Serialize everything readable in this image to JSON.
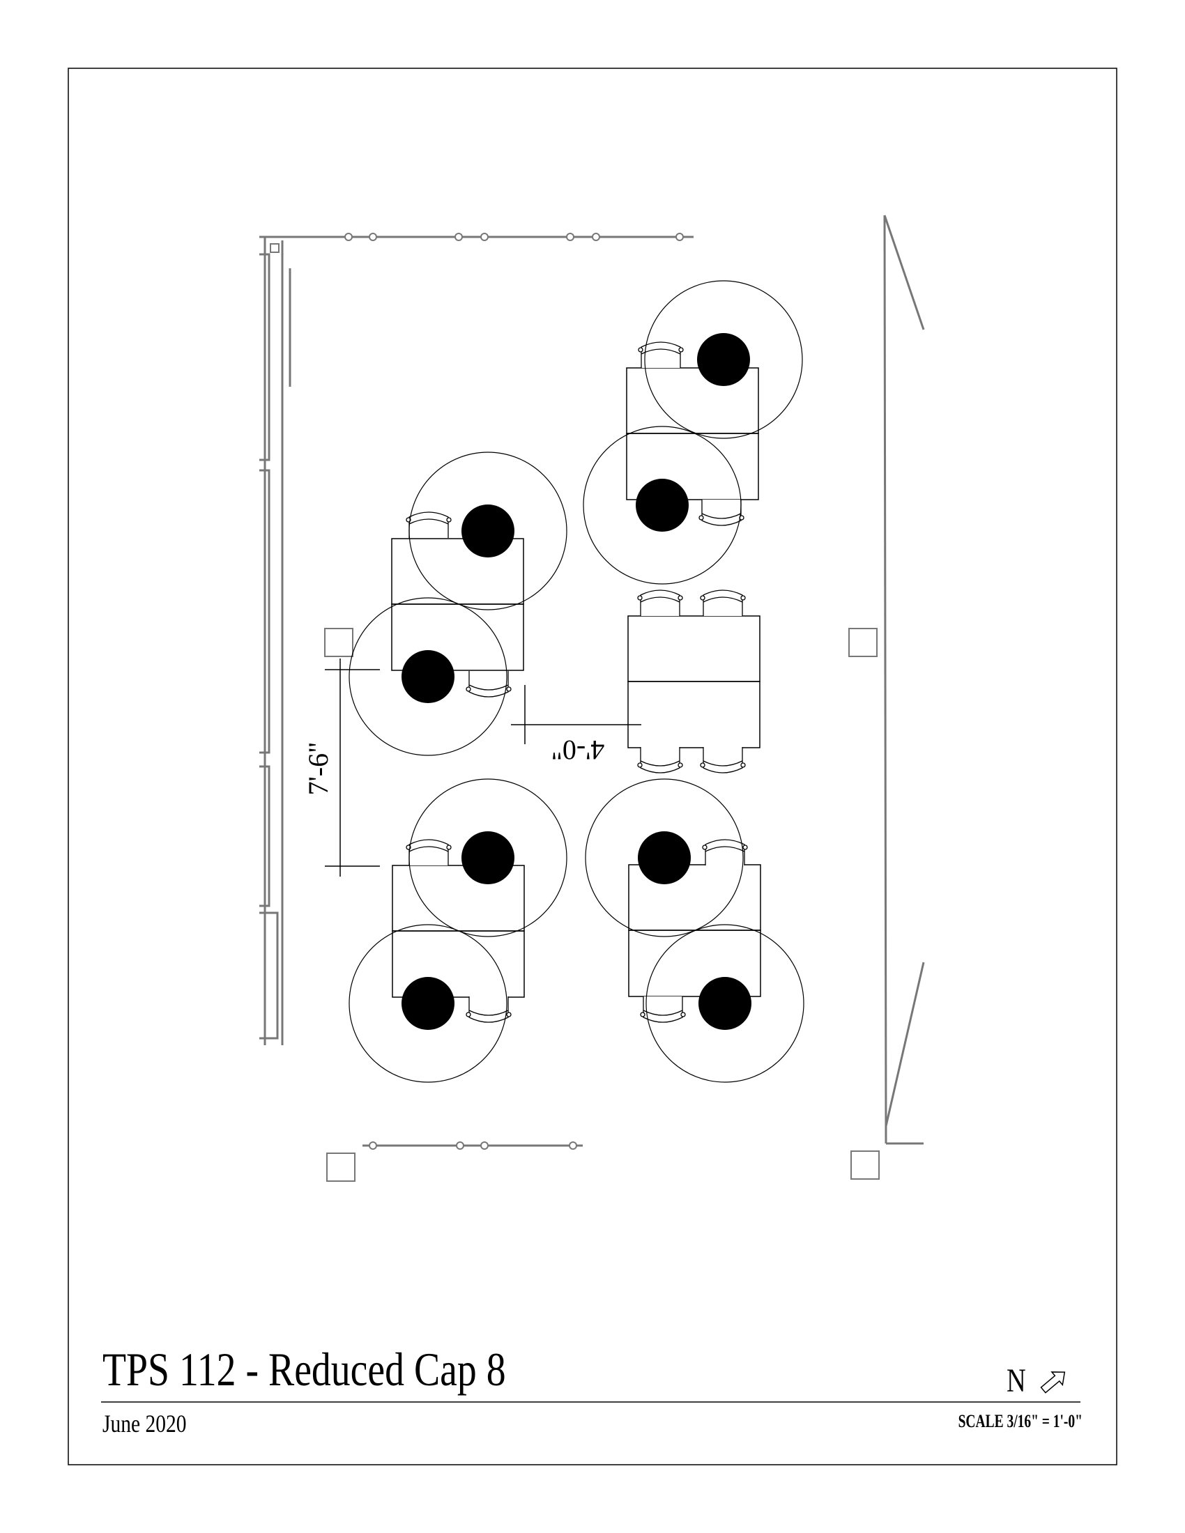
{
  "title": "TPS 112 - Reduced Cap 8",
  "date": "June 2020",
  "north_label": "N",
  "scale_label": "SCALE 3/16\" = 1'-0\"",
  "dimensions": {
    "vertical": "7'-6\"",
    "horizontal": "4'-0\""
  },
  "legend_icons": {
    "north": "north-arrow-icon"
  },
  "seat_count": 8
}
